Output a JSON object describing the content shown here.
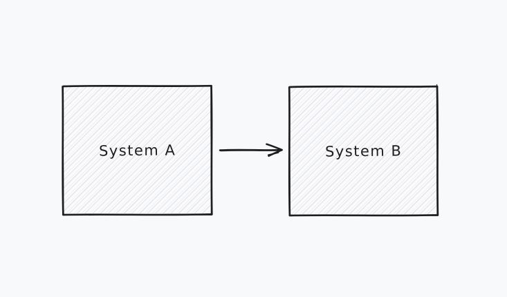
{
  "canvas": {
    "background_color": "#f8f9fb",
    "stroke_color": "#1e1e1e",
    "hachure_color": "#e7e8eb",
    "fill_style": "hachure"
  },
  "diagram": {
    "nodes": [
      {
        "id": "system-a",
        "label": "System A",
        "shape": "rectangle"
      },
      {
        "id": "system-b",
        "label": "System B",
        "shape": "rectangle"
      }
    ],
    "edges": [
      {
        "id": "arrow-a-to-b",
        "from": "system-a",
        "to": "system-b",
        "type": "arrow",
        "direction": "right"
      }
    ]
  }
}
